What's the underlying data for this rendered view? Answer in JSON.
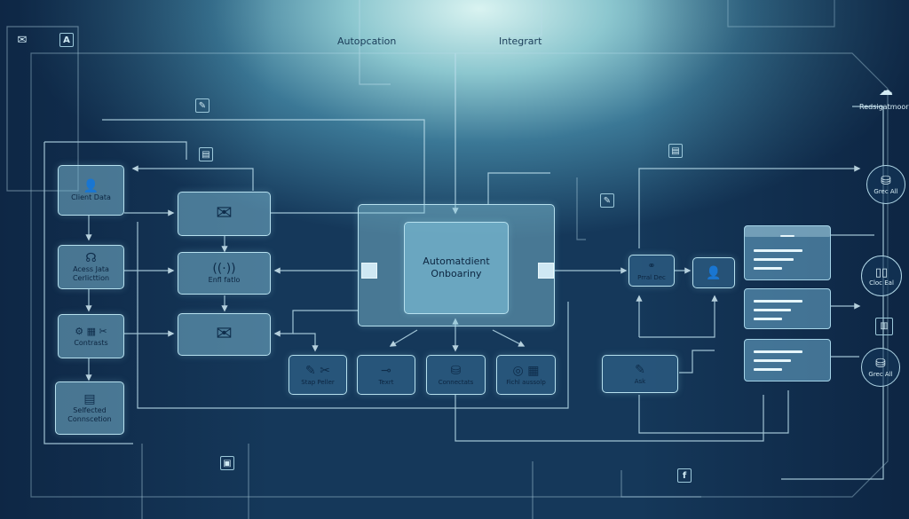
{
  "header": {
    "label_left": "Autopcation",
    "label_right": "Integrart",
    "cloud_label": "Redsigatmoor"
  },
  "nodes": {
    "client_data": "Client Data",
    "access_data": "Acess Jata Cerlicttion",
    "contrasts": "Contrasts",
    "selected_connection": "Selfected Connscetion",
    "center": "Automatdient Onboariny",
    "fetch": "Enfl fatlo",
    "stap_peller": "Stap  Peller",
    "text": "Texrt",
    "connectats": "Connectats",
    "fichl": "Fichl aussolp",
    "preal_dec": "Prral Dec",
    "ask": "Ask"
  },
  "right": {
    "db_top": "Grec All",
    "cloc_eal": "Cloc Eal",
    "db_bottom": "Grec All"
  },
  "icons": {
    "mail": "envelope-icon",
    "user": "user-icon",
    "db": "database-icon"
  }
}
